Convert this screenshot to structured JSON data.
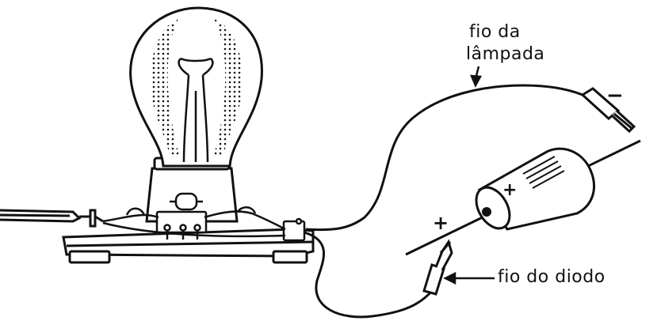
{
  "labels": {
    "lamp_wire_line1": "fio da",
    "lamp_wire_line2": "lâmpada",
    "diode_wire": "fio do diodo"
  },
  "signs": {
    "negative": "−",
    "positive_battery": "+",
    "positive_wire": "+"
  },
  "colors": {
    "ink": "#111111",
    "paper": "#ffffff"
  }
}
